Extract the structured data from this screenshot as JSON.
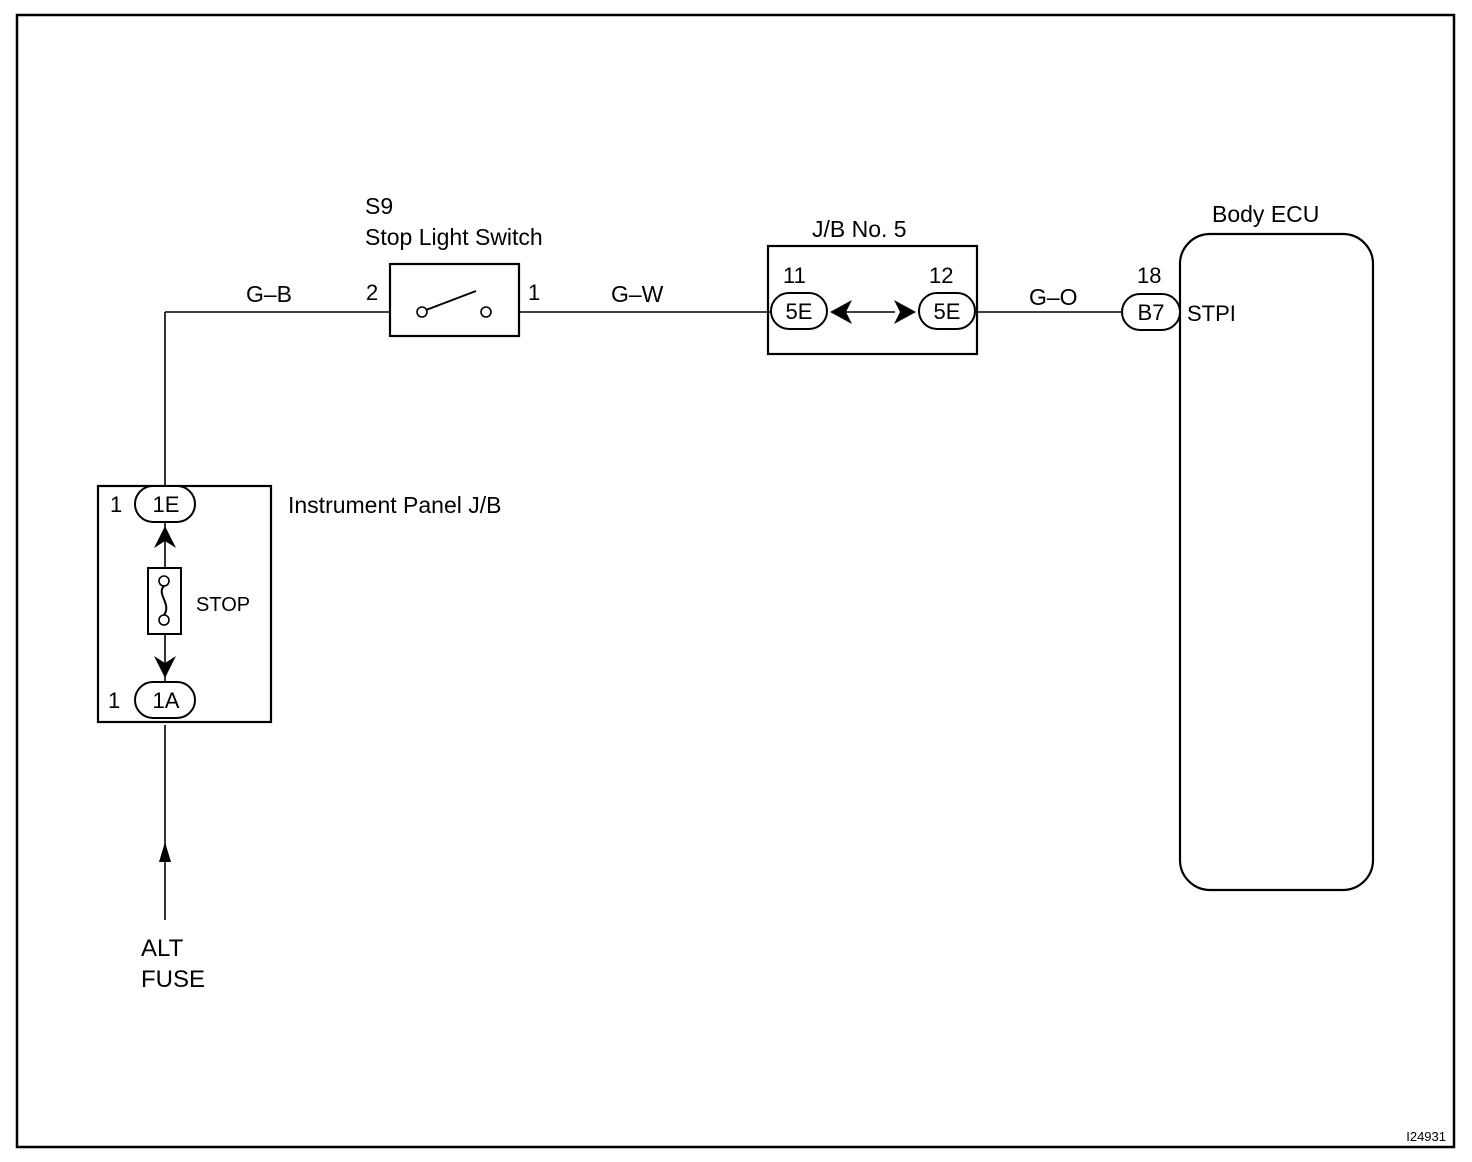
{
  "diagram_id": "I24931",
  "stop_light_switch": {
    "code": "S9",
    "name": "Stop Light Switch",
    "pin_in": "2",
    "pin_out": "1"
  },
  "jb5": {
    "title": "J/B No. 5",
    "left_pin": "11",
    "left_connector": "5E",
    "right_pin": "12",
    "right_connector": "5E"
  },
  "body_ecu": {
    "title": "Body ECU",
    "pin": "18",
    "connector": "B7",
    "terminal": "STPI"
  },
  "instrument_panel_jb": {
    "title": "Instrument Panel J/B",
    "top_pin": "1",
    "top_connector": "1E",
    "fuse_name": "STOP",
    "bottom_pin": "1",
    "bottom_connector": "1A"
  },
  "wires": {
    "jb_to_switch": "G–B",
    "switch_to_jb5": "G–W",
    "jb5_to_ecu": "G–O"
  },
  "source": {
    "line1": "ALT",
    "line2": "FUSE"
  }
}
